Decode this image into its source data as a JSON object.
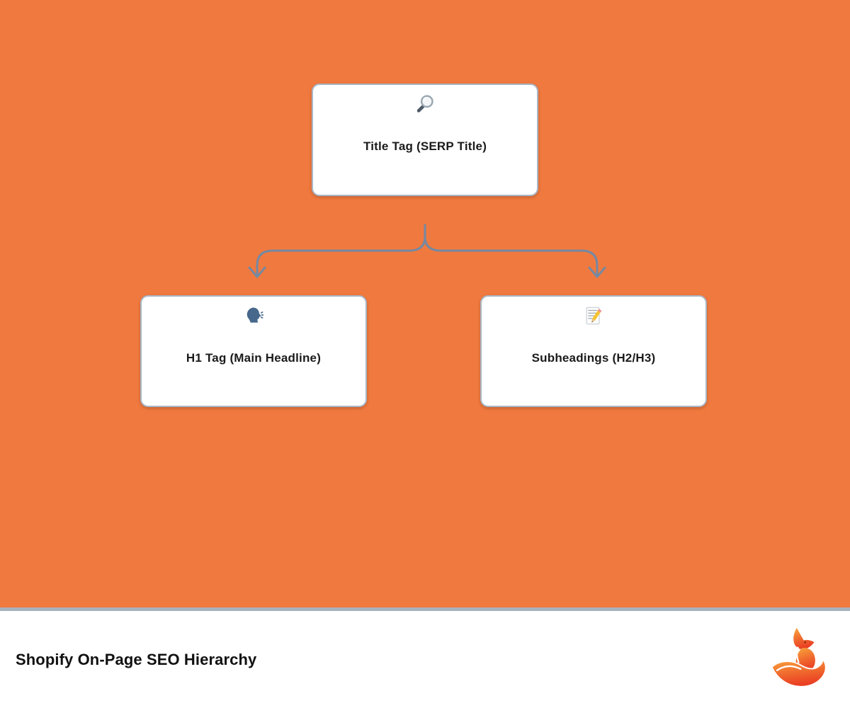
{
  "page": {
    "background_color": "#F0793F",
    "footer_background": "#FFFFFF",
    "divider_color": "#A7B1BE"
  },
  "diagram": {
    "node_background": "#FFFFFF",
    "node_border_color": "#A9B6C6",
    "connector_color": "#7589A2",
    "nodes": [
      {
        "label": "Title Tag (SERP Title)",
        "icon": "magnifying-glass-icon",
        "emoji": "🔎"
      },
      {
        "label": "H1 Tag (Main Headline)",
        "icon": "speaking-head-icon",
        "emoji": "🗣️"
      },
      {
        "label": "Subheadings (H2/H3)",
        "icon": "memo-icon",
        "emoji": "📝"
      }
    ],
    "edges": [
      {
        "from": "Title Tag (SERP Title)",
        "to": "H1 Tag (Main Headline)"
      },
      {
        "from": "Title Tag (SERP Title)",
        "to": "Subheadings (H2/H3)"
      }
    ]
  },
  "footer": {
    "title": "Shopify On-Page SEO Hierarchy",
    "logo": "fox-logo"
  }
}
